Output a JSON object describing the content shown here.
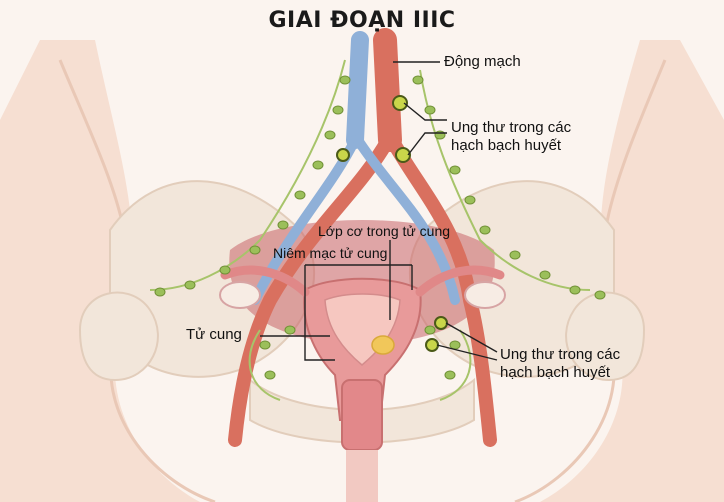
{
  "title": "GIAI ĐOẠN IIIC",
  "labels": {
    "artery": "Động mạch",
    "nodes_upper_line1": "Ung thư trong các",
    "nodes_upper_line2": "hạch bạch huyết",
    "myometrium": "Lớp cơ trong tử cung",
    "endometrium": "Niêm mạc tử cung",
    "uterus": "Tử cung",
    "nodes_lower_line1": "Ung thư trong các",
    "nodes_lower_line2": "hạch bạch huyết"
  },
  "colors": {
    "background": "#fbf4ef",
    "skin": "#f6dfd2",
    "pelvis_bone": "#f2e6da",
    "vessels": "#d9705f",
    "uterus": "#e89a9a",
    "lymph_node": "#9bbf5a",
    "tumor": "#f1c75a",
    "leader_line": "#222222"
  }
}
